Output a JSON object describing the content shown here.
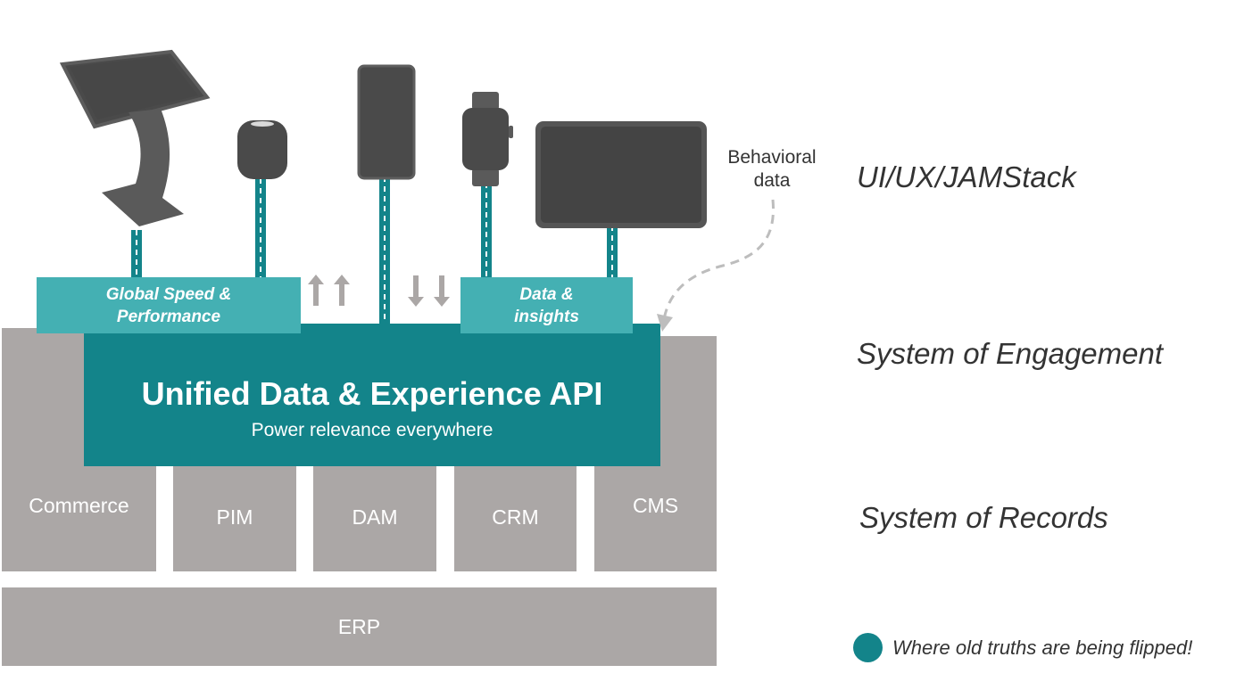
{
  "diagram": {
    "api": {
      "title": "Unified Data & Experience API",
      "subtitle": "Power relevance everywhere"
    },
    "labels": {
      "global_speed": "Global Speed & Performance",
      "data_insights": "Data & insights",
      "behavioral_data": "Behavioral data"
    },
    "systems_of_record": [
      "Commerce",
      "PIM",
      "DAM",
      "CRM",
      "CMS"
    ],
    "base": "ERP",
    "layers": {
      "ui": "UI/UX/JAMStack",
      "engagement": "System of Engagement",
      "records": "System of Records"
    },
    "legend": {
      "text": "Where old truths are being flipped!",
      "color": "#13848a"
    },
    "devices": [
      "kiosk-icon",
      "smart-speaker-icon",
      "phone-icon",
      "smartwatch-icon",
      "tablet-icon"
    ],
    "colors": {
      "teal": "#13848a",
      "teal_light": "#44b0b3",
      "grey": "#aba7a6",
      "device": "#4a4a4a"
    }
  }
}
